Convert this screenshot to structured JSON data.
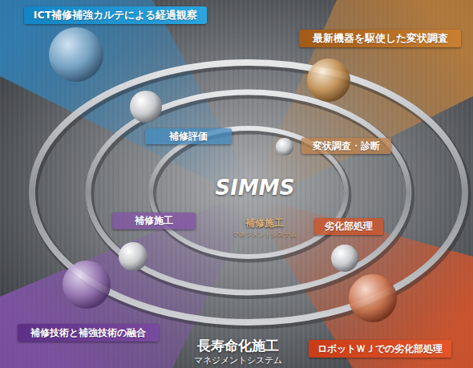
{
  "diagram": {
    "nodes": [
      {
        "text": [
          "ICT補修補強カルテによる経過観察"
        ]
      },
      {
        "text": [
          "最新機器を駆使した変状調査"
        ]
      },
      {
        "text": [
          "補修評価"
        ]
      },
      {
        "text": [
          "変状調査・診断"
        ]
      },
      {
        "text": [
          "補修施工"
        ]
      },
      {
        "text": [
          "劣化部処理"
        ]
      },
      {
        "text": [
          "補修技術と補強技術の融合"
        ]
      },
      {
        "text": [
          "ロボットＷＪでの劣化部処理"
        ]
      }
    ],
    "labels": [
      "SIMMS",
      "補修施工",
      "マネジメントシステム",
      "長寿命化施工",
      "マネジメントシステム"
    ]
  }
}
